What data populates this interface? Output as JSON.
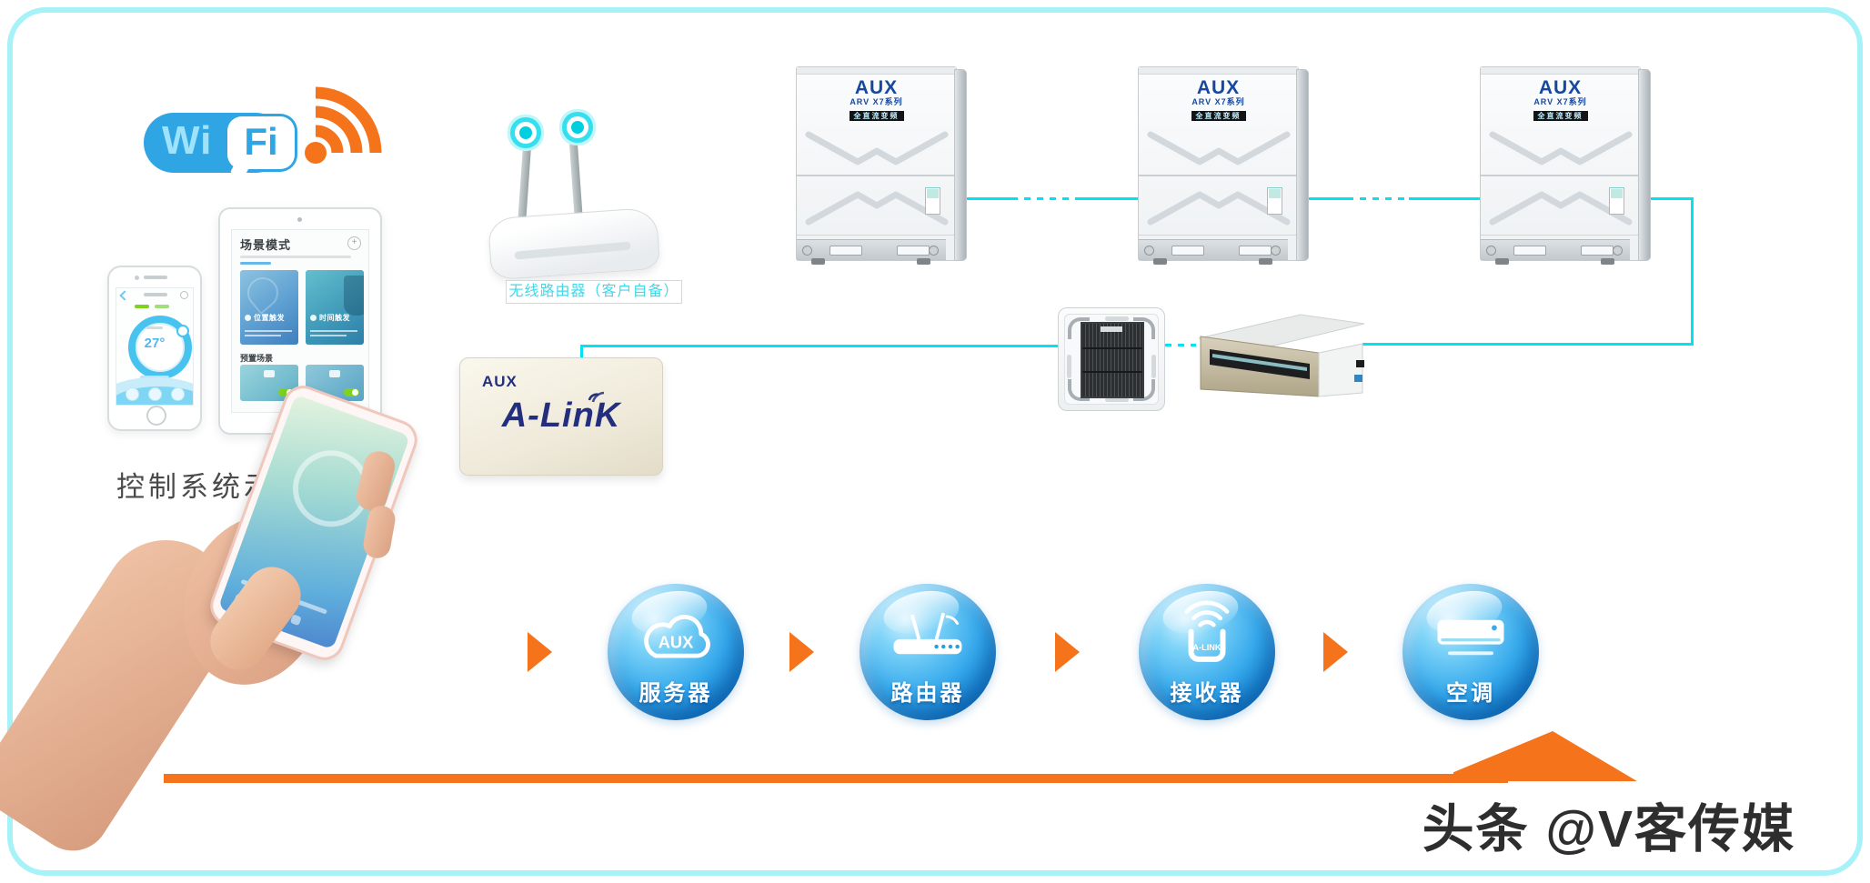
{
  "meta": {
    "caption": "控制系统示意图",
    "watermark": "头条 @V客传媒"
  },
  "wifi_logo": {
    "wi": "Wi",
    "fi": "Fi"
  },
  "phone_app": {
    "temperature": "27°"
  },
  "tablet_app": {
    "title": "场景模式",
    "plus": "+",
    "card1": "位置触发",
    "card2": "时间触发",
    "section": "预置场景"
  },
  "router": {
    "label": "无线路由器（客户自备）"
  },
  "alink_box": {
    "brand": "AUX",
    "logo": "A-LinK"
  },
  "outdoor_unit": {
    "brand": "AUX",
    "series": "ARV X7系列",
    "badge": "全直流变频"
  },
  "flow_steps": [
    {
      "label": "服务器",
      "icon": "cloud-server",
      "icon_text": "AUX"
    },
    {
      "label": "路由器",
      "icon": "wireless-router"
    },
    {
      "label": "接收器",
      "icon": "alink-receiver",
      "icon_text": "A-LINK"
    },
    {
      "label": "空调",
      "icon": "air-conditioner"
    }
  ],
  "colors": {
    "accent_orange": "#F4731B",
    "line_cyan": "#00E4F2",
    "frame_cyan": "#A7F2F8",
    "brand_blue": "#2FA5E3",
    "navy": "#232F7E",
    "aux_blue": "#17489E"
  }
}
